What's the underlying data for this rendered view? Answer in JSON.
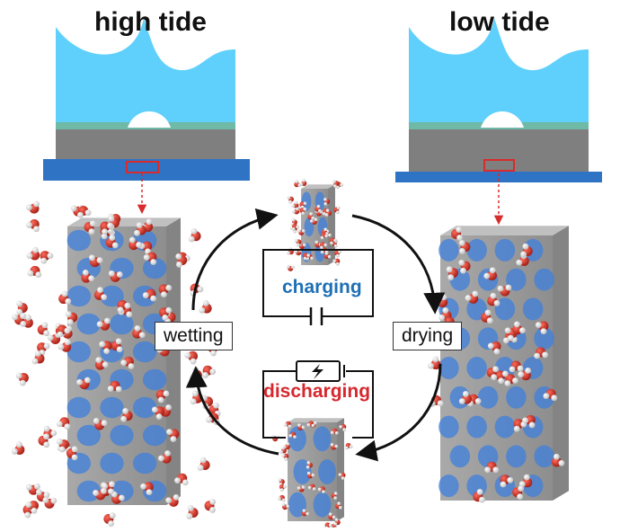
{
  "titles": {
    "left": "high tide",
    "right": "low tide"
  },
  "cycle": {
    "wetting": "wetting",
    "drying": "drying",
    "charging": "charging",
    "discharging": "discharging"
  },
  "colors": {
    "wave": "#5fd0fb",
    "substrate": "#7f7f7f",
    "substrate_top": "#8a8a8a",
    "coating": "#6fb9a7",
    "water_base": "#2f73c4",
    "zoom_box": "#d92b2b",
    "membrane": "#8c8c8c",
    "pore": "#3f7fdc",
    "oxygen": "#c9261c",
    "hydrogen": "#ffffff",
    "charging_text": "#1f6fb5",
    "discharging_text": "#d6282e"
  }
}
